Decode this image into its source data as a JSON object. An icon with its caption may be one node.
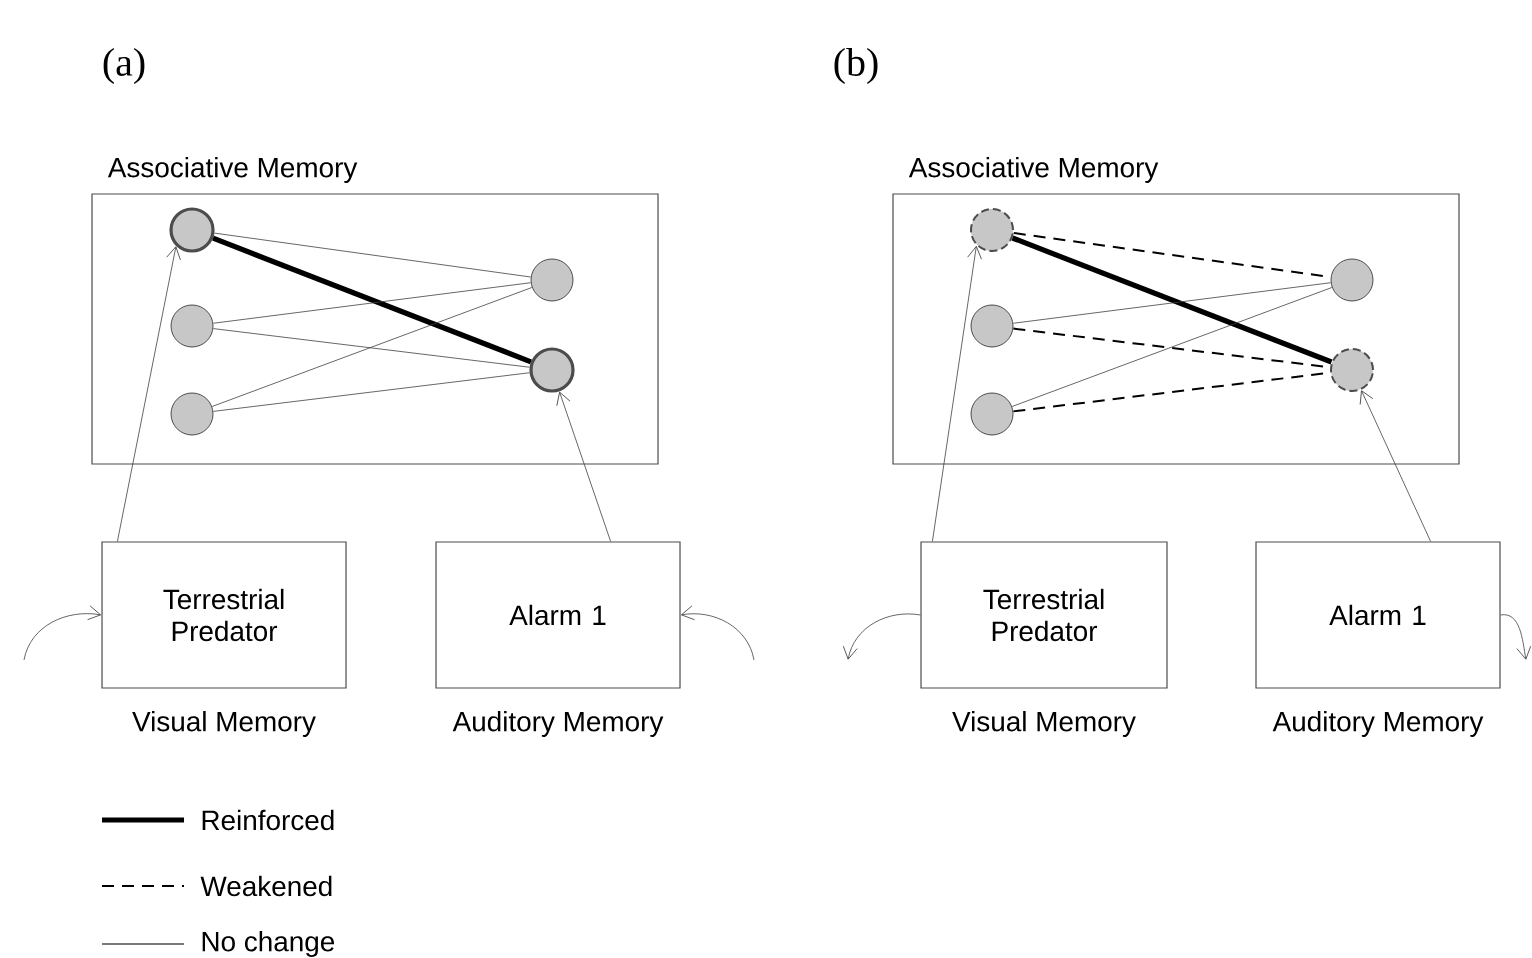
{
  "diagram": {
    "nodes": [
      {
        "text": [
          "Associative Memory"
        ]
      },
      {
        "text": [],
        "shape": "circle",
        "in": 0
      },
      {
        "text": [],
        "shape": "circle",
        "in": 0
      },
      {
        "text": [],
        "shape": "circle",
        "in": 0
      },
      {
        "text": [],
        "shape": "circle",
        "in": 0
      },
      {
        "text": [],
        "shape": "circle",
        "in": 0
      },
      {
        "text": [
          "Terrestrial Predator"
        ],
        "beside": [
          "Visual Memory"
        ]
      },
      {
        "text": [
          "Alarm 1"
        ],
        "beside": [
          "Auditory Memory"
        ]
      },
      {
        "text": [
          "Associative Memory"
        ]
      },
      {
        "text": [],
        "shape": "circle",
        "in": 8
      },
      {
        "text": [],
        "shape": "circle",
        "in": 8
      },
      {
        "text": [],
        "shape": "circle",
        "in": 8
      },
      {
        "text": [],
        "shape": "circle",
        "in": 8
      },
      {
        "text": [],
        "shape": "circle",
        "in": 8
      },
      {
        "text": [
          "Terrestrial Predator"
        ],
        "beside": [
          "Visual Memory"
        ]
      },
      {
        "text": [
          "Alarm 1"
        ],
        "beside": [
          "Auditory Memory"
        ]
      }
    ],
    "edges": [
      {
        "from": 1,
        "to": 4,
        "arrow": "none"
      },
      {
        "from": 1,
        "to": 5,
        "arrow": "none",
        "style": "thick"
      },
      {
        "from": 2,
        "to": 4,
        "arrow": "none"
      },
      {
        "from": 2,
        "to": 5,
        "arrow": "none"
      },
      {
        "from": 3,
        "to": 4,
        "arrow": "none"
      },
      {
        "from": 3,
        "to": 5,
        "arrow": "none"
      },
      {
        "from": 6,
        "to": 1,
        "arrow": "to"
      },
      {
        "from": 7,
        "to": 5,
        "arrow": "to"
      },
      {
        "from": null,
        "to": 6,
        "arrow": "to"
      },
      {
        "from": null,
        "to": 7,
        "arrow": "to"
      },
      {
        "from": 9,
        "to": 12,
        "arrow": "none",
        "style": "dashed"
      },
      {
        "from": 9,
        "to": 13,
        "arrow": "none",
        "style": "thick"
      },
      {
        "from": 10,
        "to": 12,
        "arrow": "none"
      },
      {
        "from": 10,
        "to": 13,
        "arrow": "none",
        "style": "dashed"
      },
      {
        "from": 11,
        "to": 12,
        "arrow": "none"
      },
      {
        "from": 11,
        "to": 13,
        "arrow": "none",
        "style": "dashed"
      },
      {
        "from": 14,
        "to": 9,
        "arrow": "to"
      },
      {
        "from": 15,
        "to": 13,
        "arrow": "to"
      },
      {
        "from": 14,
        "to": null,
        "arrow": "to"
      },
      {
        "from": 15,
        "to": null,
        "arrow": "to"
      }
    ],
    "labels": [
      "(a)",
      "(b)"
    ],
    "legend": [
      {
        "text": "Reinforced"
      },
      {
        "text": "Weakened"
      },
      {
        "text": "No change"
      }
    ]
  }
}
